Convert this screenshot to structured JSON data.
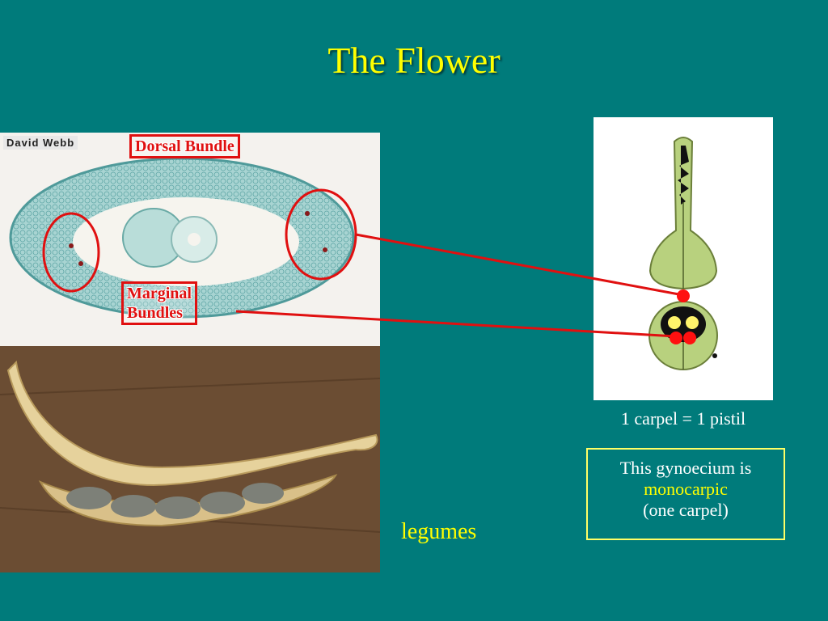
{
  "title": "The Flower",
  "credit": "David Webb",
  "callouts": {
    "dorsal": "Dorsal Bundle",
    "marginal_line1": "Marginal",
    "marginal_line2": "Bundles"
  },
  "pistil_caption": "1 carpel = 1 pistil",
  "info_box": {
    "line1": "This gynoecium is",
    "highlight": "monocarpic",
    "line3": "(one carpel)"
  },
  "legumes_label": "legumes",
  "colors": {
    "background": "#007b7b",
    "title": "#ffff00",
    "callout": "#e01010",
    "box_border": "#ffff66"
  }
}
